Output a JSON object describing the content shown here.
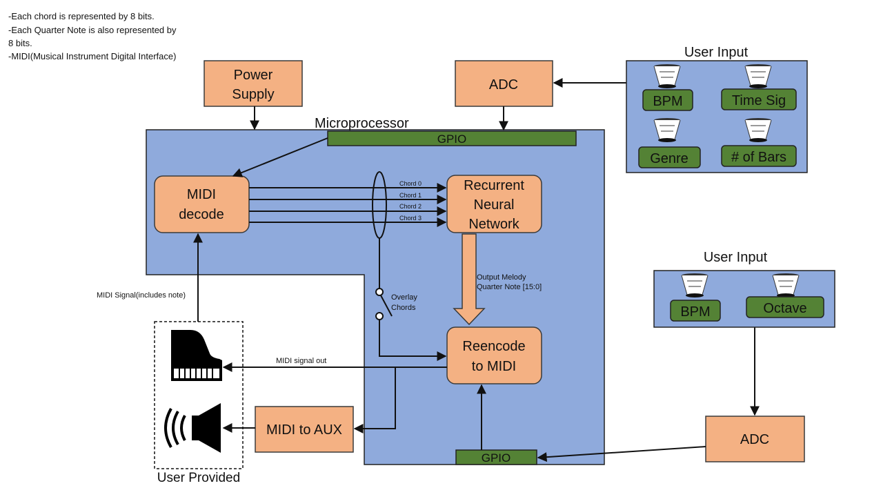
{
  "notes": [
    "-Each chord is represented by 8 bits.",
    "-Each Quarter Note is also represented by",
    "8 bits.",
    "-MIDI(Musical Instrument Digital Interface)"
  ],
  "microprocessor": {
    "title": "Microprocessor",
    "gpio_top": "GPIO",
    "gpio_bottom": "GPIO"
  },
  "blocks": {
    "power_supply": [
      "Power",
      "Supply"
    ],
    "adc_top": "ADC",
    "adc_bottom": "ADC",
    "midi_decode": [
      "MIDI",
      "decode"
    ],
    "rnn": [
      "Recurrent",
      "Neural",
      "Network"
    ],
    "reencode": [
      "Reencode",
      "to MIDI"
    ],
    "midi_to_aux": "MIDI to AUX"
  },
  "chords": [
    "Chord 0",
    "Chord 1",
    "Chord 2",
    "Chord 3"
  ],
  "labels": {
    "output_melody": [
      "Output Melody",
      "Quarter Note [15:0]"
    ],
    "overlay": [
      "Overlay",
      "Chords"
    ],
    "midi_signal_in": "MIDI Signal(includes note)",
    "midi_signal_out": "MIDI signal out",
    "user_provided": "User Provided"
  },
  "user_input_1": {
    "title": "User Input",
    "controls": [
      "BPM",
      "Time Sig",
      "Genre",
      "# of Bars"
    ]
  },
  "user_input_2": {
    "title": "User Input",
    "controls": [
      "BPM",
      "Octave"
    ]
  },
  "icons": [
    "piano-icon",
    "speaker-icon",
    "knob-icon"
  ]
}
